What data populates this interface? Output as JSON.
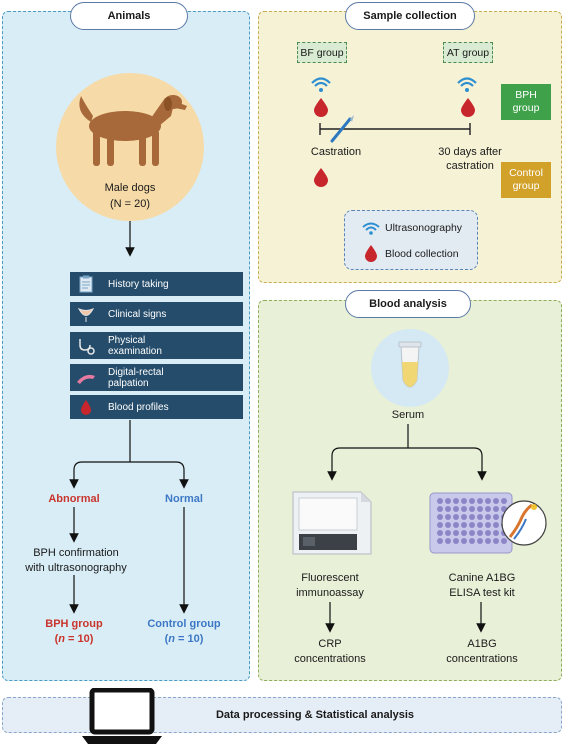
{
  "animals": {
    "title": "Animals",
    "subject": "Male dogs",
    "count": "(N = 20)",
    "steps": [
      "History taking",
      "Clinical signs",
      "Physical examination",
      "Digital-rectal palpation",
      "Blood profiles"
    ],
    "abnormal": "Abnormal",
    "normal": "Normal",
    "bph_confirm_1": "BPH confirmation",
    "bph_confirm_2": "with ultrasonography",
    "bph_group": "BPH group",
    "bph_n_prefix": "(",
    "bph_n_var": "n",
    "bph_n_value": " = 10)",
    "control_group": "Control group",
    "control_n_prefix": "(",
    "control_n_var": "n",
    "control_n_value": " = 10)"
  },
  "sample": {
    "title": "Sample collection",
    "bf_group": "BF group",
    "at_group": "AT group",
    "castration": "Castration",
    "after_1": "30 days after",
    "after_2": "castration",
    "bph_group_1": "BPH",
    "bph_group_2": "group",
    "control_group_1": "Control",
    "control_group_2": "group",
    "legend_ultrasound": "Ultrasonography",
    "legend_blood": "Blood collection"
  },
  "blood": {
    "title": "Blood analysis",
    "serum": "Serum",
    "left_method_1": "Fluorescent",
    "left_method_2": "immunoassay",
    "right_method_1": "Canine A1BG",
    "right_method_2": "ELISA test kit",
    "left_result_1": "CRP",
    "left_result_2": "concentrations",
    "right_result_1": "A1BG",
    "right_result_2": "concentrations"
  },
  "footer": {
    "title": "Data processing & Statistical analysis"
  },
  "colors": {
    "red_text": "#c9342c",
    "blue_text": "#3d78c6",
    "step_box": "#254d6b",
    "bph_box": "#3fa24a",
    "control_box": "#d2a12a",
    "blood_drop": "#c8262d",
    "wifi": "#2d8fd0"
  },
  "icons": [
    "clipboard-icon",
    "bladder-icon",
    "stethoscope-icon",
    "glove-icon",
    "blood-drop-icon",
    "wifi-icon",
    "scalpel-icon",
    "tube-icon",
    "analyzer-icon",
    "elisa-plate-icon",
    "laptop-icon",
    "dog-icon"
  ]
}
